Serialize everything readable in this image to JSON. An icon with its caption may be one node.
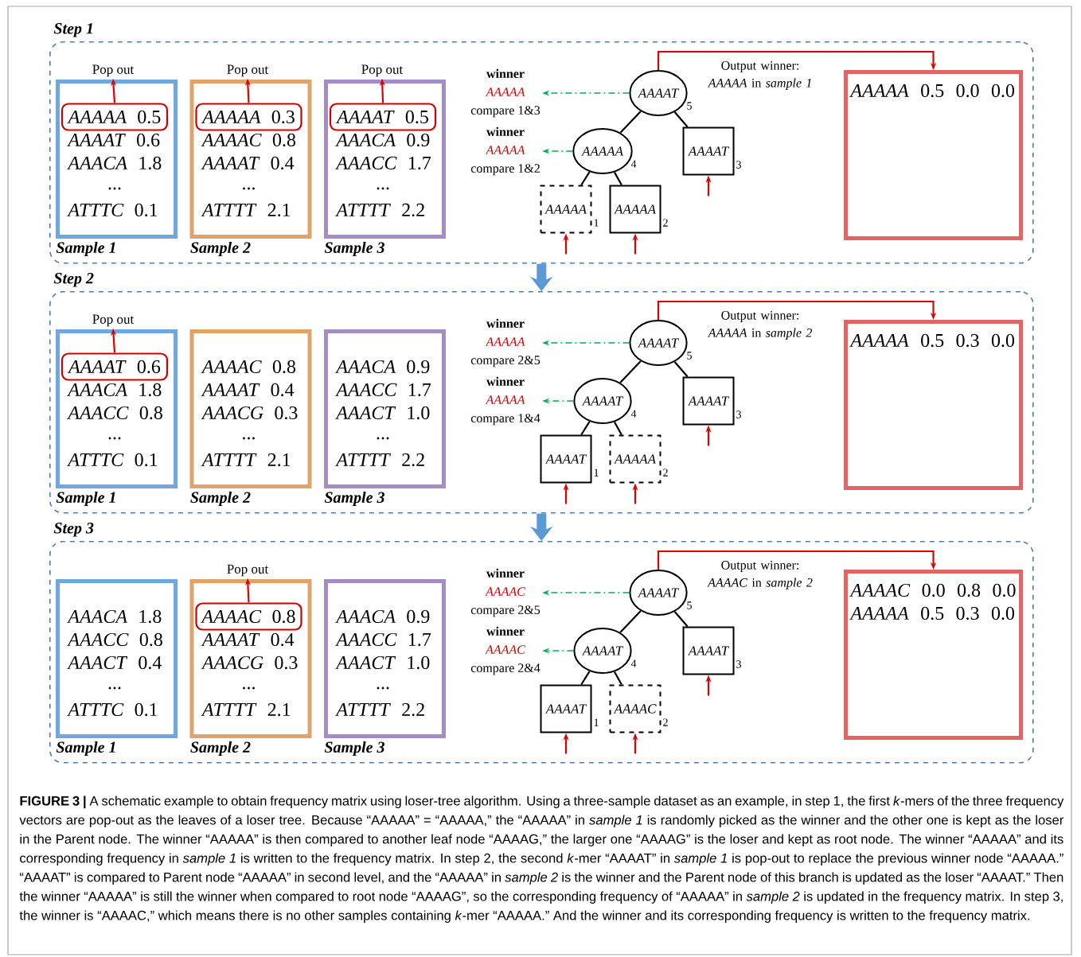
{
  "diagram": {
    "caption": "**FIGURE 3 |** A schematic example to obtain frequency matrix using loser-tree algorithm. Using a three-sample dataset as an example, in step 1, the first *k*-mers of the three frequency vectors are pop-out as the leaves of a loser tree. Because “AAAAA” = “AAAAA,” the “AAAAA” in *sample 1* is randomly picked as the winner and the other one is kept as the loser in the Parent node. The winner “AAAAA” is then compared to another leaf node “AAAAG,” the larger one “AAAAG” is the loser and kept as root node. The winner “AAAAA” and its corresponding frequency in *sample 1* is written to the frequency matrix. In step 2, the second *k*-mer “AAAAT” in *sample 1* is pop-out to replace the previous winner node “AAAAA.” “AAAAT” is compared to Parent node “AAAAA” in second level, and the “AAAAA” in *sample 2* is the winner and the Parent node of this branch is updated as the loser “AAAAT.” Then the winner “AAAAA” is still the winner when compared to root node “AAAAG”, so the corresponding frequency of “AAAAA” in *sample 2* is updated in the frequency matrix. In step 3, the winner is “AAAAC,” which means there is no other samples containing *k*-mer “AAAAA.” And the winner and its corresponding frequency is written to the frequency matrix.",
    "nodes": [
      {
        "text": [
          "Step 1"
        ]
      },
      {
        "text": [
          "*AAAAT* 0.6",
          "*AAACA* 1.8",
          "...",
          "*ATTTC* 0.1"
        ],
        "beside": [
          "Sample 1"
        ],
        "in": 0
      },
      {
        "text": [
          "*AAAAA* 0.5"
        ],
        "in": 1
      },
      {
        "text": [
          "Pop out"
        ],
        "in": 0
      },
      {
        "text": [
          "*AAAAC* 0.8",
          "*AAAAT* 0.4",
          "...",
          "*ATTTT* 2.1"
        ],
        "beside": [
          "Sample 2"
        ],
        "in": 0
      },
      {
        "text": [
          "*AAAAA* 0.3"
        ],
        "in": 4
      },
      {
        "text": [
          "Pop out"
        ],
        "in": 0
      },
      {
        "text": [
          "*AAACA* 0.9",
          "*AAACC* 1.7",
          "...",
          "*ATTTT* 2.2"
        ],
        "beside": [
          "Sample 3"
        ],
        "in": 0
      },
      {
        "text": [
          "*AAAAT* 0.5"
        ],
        "in": 7
      },
      {
        "text": [
          "Pop out"
        ],
        "in": 0
      },
      {
        "text": [
          "winner",
          "AAAAA",
          "compare 1&3"
        ],
        "in": 0
      },
      {
        "text": [
          "AAAAT"
        ],
        "beside": [
          "5"
        ],
        "in": 0
      },
      {
        "text": [
          "winner",
          "AAAAA",
          "compare 1&2"
        ],
        "in": 0
      },
      {
        "text": [
          "AAAAA"
        ],
        "beside": [
          "4"
        ],
        "in": 0
      },
      {
        "text": [
          "AAAAT"
        ],
        "beside": [
          "3"
        ],
        "in": 0
      },
      {
        "text": [
          "AAAAA"
        ],
        "beside": [
          "1"
        ],
        "in": 0
      },
      {
        "text": [
          "AAAAA"
        ],
        "beside": [
          "2"
        ],
        "in": 0
      },
      {
        "text": [
          "*AAAAA* 0.5 0.0 0.0"
        ],
        "in": 0
      },
      {
        "text": [
          "Step 2"
        ]
      },
      {
        "text": [
          "*AAACA* 1.8",
          "*AAACC* 0.8",
          "...",
          "*ATTTC* 0.1"
        ],
        "beside": [
          "Sample 1"
        ],
        "in": 18
      },
      {
        "text": [
          "*AAAAT* 0.6"
        ],
        "in": 19
      },
      {
        "text": [
          "Pop out"
        ],
        "in": 18
      },
      {
        "text": [
          "*AAAAC* 0.8",
          "*AAAAT* 0.4",
          "*AAACG* 0.3",
          "...",
          "*ATTTT* 2.1"
        ],
        "beside": [
          "Sample 2"
        ],
        "in": 18
      },
      {
        "text": [
          "*AAACA* 0.9",
          "*AAACC* 1.7",
          "*AAACT* 1.0",
          "...",
          "*ATTTT* 2.2"
        ],
        "beside": [
          "Sample 3"
        ],
        "in": 18
      },
      {
        "text": [
          "winner",
          "AAAAA",
          "compare 2&5"
        ],
        "in": 18
      },
      {
        "text": [
          "AAAAT"
        ],
        "beside": [
          "5"
        ],
        "in": 18
      },
      {
        "text": [
          "winner",
          "AAAAA",
          "compare 1&4"
        ],
        "in": 18
      },
      {
        "text": [
          "AAAAT"
        ],
        "beside": [
          "4"
        ],
        "in": 18
      },
      {
        "text": [
          "AAAAT"
        ],
        "beside": [
          "3"
        ],
        "in": 18
      },
      {
        "text": [
          "AAAAT"
        ],
        "beside": [
          "1"
        ],
        "in": 18
      },
      {
        "text": [
          "AAAAA"
        ],
        "beside": [
          "2"
        ],
        "in": 18
      },
      {
        "text": [
          "*AAAAA* 0.5 0.3 0.0"
        ],
        "in": 18
      },
      {
        "text": [
          "Step 3"
        ]
      },
      {
        "text": [
          "*AAACA* 1.8",
          "*AAACC* 0.8",
          "*AAACT* 0.4",
          "...",
          "*ATTTC* 0.1"
        ],
        "beside": [
          "Sample 1"
        ],
        "in": 32
      },
      {
        "text": [
          "*AAAAT* 0.4",
          "*AAACG* 0.3",
          "...",
          "*ATTTT* 2.1"
        ],
        "beside": [
          "Sample 2"
        ],
        "in": 32
      },
      {
        "text": [
          "*AAAAC* 0.8"
        ],
        "in": 34
      },
      {
        "text": [
          "Pop out"
        ],
        "in": 32
      },
      {
        "text": [
          "*AAACA* 0.9",
          "*AAACC* 1.7",
          "*AAACT* 1.0",
          "...",
          "*ATTTT* 2.2"
        ],
        "beside": [
          "Sample 3"
        ],
        "in": 32
      },
      {
        "text": [
          "winner",
          "AAAAC",
          "compare 2&5"
        ],
        "in": 32
      },
      {
        "text": [
          "AAAAT"
        ],
        "beside": [
          "5"
        ],
        "in": 32
      },
      {
        "text": [
          "winner",
          "AAAAC",
          "compare 2&4"
        ],
        "in": 32
      },
      {
        "text": [
          "AAAAT"
        ],
        "beside": [
          "4"
        ],
        "in": 32
      },
      {
        "text": [
          "AAAAT"
        ],
        "beside": [
          "3"
        ],
        "in": 32
      },
      {
        "text": [
          "AAAAT"
        ],
        "beside": [
          "1"
        ],
        "in": 32
      },
      {
        "text": [
          "AAAAC"
        ],
        "beside": [
          "2"
        ],
        "in": 32
      },
      {
        "text": [
          "*AAAAC* 0.0 0.8 0.0",
          "*AAAAA* 0.5 0.3 0.0"
        ],
        "in": 32
      }
    ],
    "edges": [
      {
        "from": 2,
        "to": 3,
        "arrow": "to",
        "color": "#e00000"
      },
      {
        "from": 5,
        "to": 6,
        "arrow": "to",
        "color": "#e00000"
      },
      {
        "from": 8,
        "to": 9,
        "arrow": "to",
        "color": "#e00000"
      },
      {
        "from": 11,
        "to": 13,
        "arrow": "none",
        "color": "#000000"
      },
      {
        "from": 11,
        "to": 14,
        "arrow": "none",
        "color": "#000000"
      },
      {
        "from": 13,
        "to": 15,
        "arrow": "none",
        "color": "#000000"
      },
      {
        "from": 13,
        "to": 16,
        "arrow": "none",
        "color": "#000000"
      },
      {
        "from": null,
        "to": 15,
        "arrow": "to",
        "color": "#e00000"
      },
      {
        "from": null,
        "to": 16,
        "arrow": "to",
        "color": "#e00000"
      },
      {
        "from": null,
        "to": 14,
        "arrow": "to",
        "color": "#e00000"
      },
      {
        "from": 11,
        "to": 10,
        "arrow": "to",
        "style": "dashed",
        "color": "#00b050"
      },
      {
        "from": 13,
        "to": 12,
        "arrow": "to",
        "style": "dashed",
        "color": "#00b050"
      },
      {
        "from": 11,
        "to": 17,
        "arrow": "to",
        "color": "#e00000",
        "label": "Output winner: *AAAAA* in *sample 1*"
      },
      {
        "from": 20,
        "to": 21,
        "arrow": "to",
        "color": "#e00000"
      },
      {
        "from": 25,
        "to": 27,
        "arrow": "none",
        "color": "#000000"
      },
      {
        "from": 25,
        "to": 28,
        "arrow": "none",
        "color": "#000000"
      },
      {
        "from": 27,
        "to": 29,
        "arrow": "none",
        "color": "#000000"
      },
      {
        "from": 27,
        "to": 30,
        "arrow": "none",
        "color": "#000000"
      },
      {
        "from": null,
        "to": 29,
        "arrow": "to",
        "color": "#e00000"
      },
      {
        "from": null,
        "to": 30,
        "arrow": "to",
        "color": "#e00000"
      },
      {
        "from": null,
        "to": 28,
        "arrow": "to",
        "color": "#e00000"
      },
      {
        "from": 25,
        "to": 24,
        "arrow": "to",
        "style": "dashed",
        "color": "#00b050"
      },
      {
        "from": 27,
        "to": 26,
        "arrow": "to",
        "style": "dashed",
        "color": "#00b050"
      },
      {
        "from": 25,
        "to": 31,
        "arrow": "to",
        "color": "#e00000",
        "label": "Output winner: *AAAAA* in *sample 2*"
      },
      {
        "from": 35,
        "to": 36,
        "arrow": "to",
        "color": "#e00000"
      },
      {
        "from": 39,
        "to": 41,
        "arrow": "none",
        "color": "#000000"
      },
      {
        "from": 39,
        "to": 42,
        "arrow": "none",
        "color": "#000000"
      },
      {
        "from": 41,
        "to": 43,
        "arrow": "none",
        "color": "#000000"
      },
      {
        "from": 41,
        "to": 44,
        "arrow": "none",
        "color": "#000000"
      },
      {
        "from": null,
        "to": 43,
        "arrow": "to",
        "color": "#e00000"
      },
      {
        "from": null,
        "to": 44,
        "arrow": "to",
        "color": "#e00000"
      },
      {
        "from": null,
        "to": 42,
        "arrow": "to",
        "color": "#e00000"
      },
      {
        "from": 39,
        "to": 38,
        "arrow": "to",
        "style": "dashed",
        "color": "#00b050"
      },
      {
        "from": 41,
        "to": 40,
        "arrow": "to",
        "style": "dashed",
        "color": "#00b050"
      },
      {
        "from": 39,
        "to": 45,
        "arrow": "to",
        "color": "#e00000",
        "label": "Output winner: *AAAAC* in *sample 2*"
      },
      {
        "from": 0,
        "to": 18,
        "arrow": "to",
        "style": "thick",
        "color": "#5b9bd5"
      },
      {
        "from": 18,
        "to": 32,
        "arrow": "to",
        "style": "thick",
        "color": "#5b9bd5"
      }
    ]
  }
}
